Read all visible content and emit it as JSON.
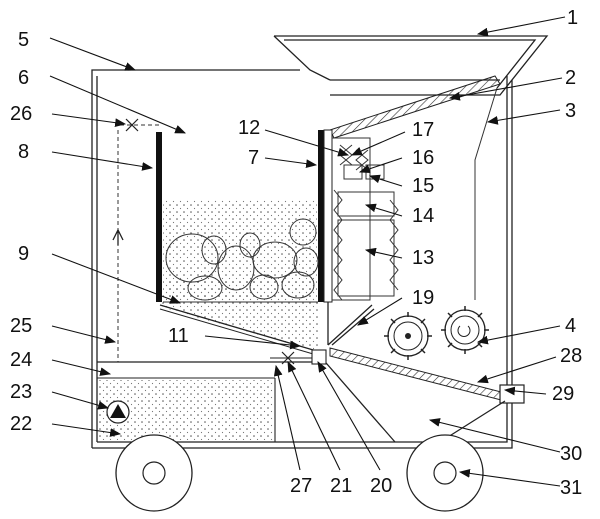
{
  "labels": {
    "l1": "1",
    "l2": "2",
    "l3": "3",
    "l4": "4",
    "l5": "5",
    "l6": "6",
    "l7": "7",
    "l8": "8",
    "l9": "9",
    "l11": "11",
    "l12": "12",
    "l13": "13",
    "l14": "14",
    "l15": "15",
    "l16": "16",
    "l17": "17",
    "l19": "19",
    "l20": "20",
    "l21": "21",
    "l22": "22",
    "l23": "23",
    "l24": "24",
    "l25": "25",
    "l26": "26",
    "l27": "27",
    "l28": "28",
    "l29": "29",
    "l30": "30",
    "l31": "31"
  }
}
